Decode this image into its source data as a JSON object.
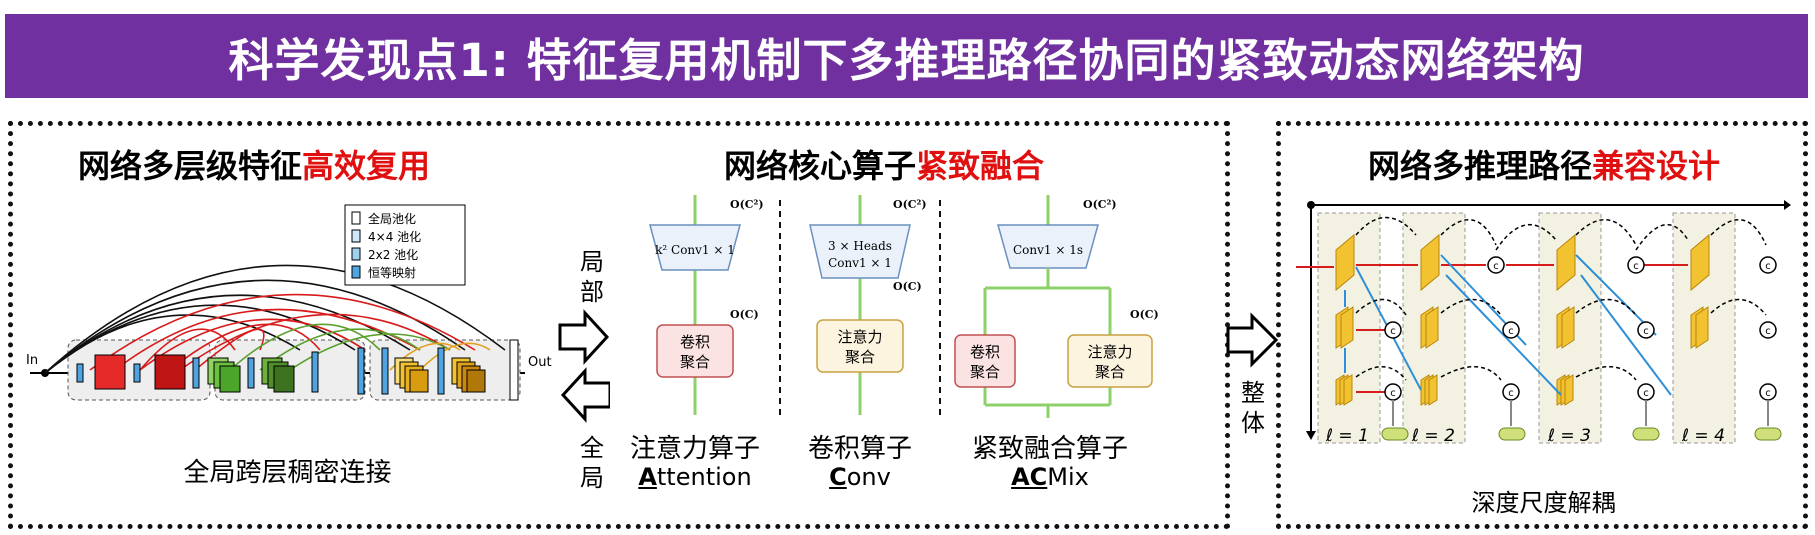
{
  "banner": {
    "title": "科学发现点1: 特征复用机制下多推理路径协同的紧致动态网络架构"
  },
  "panel1": {
    "title_plain": "网络多层级特征",
    "title_red": "高效复用",
    "legend": [
      "全局池化",
      "4×4 池化",
      "2x2 池化",
      "恒等映射"
    ],
    "in_label": "In",
    "out_label": "Out",
    "caption": "全局跨层稠密连接"
  },
  "arrows": {
    "local": [
      "局",
      "部"
    ],
    "global": [
      "全",
      "局"
    ],
    "whole": [
      "整",
      "体"
    ]
  },
  "panel_core": {
    "title_plain": "网络核心算子",
    "title_red": "紧致融合",
    "complexity_quadratic": "O(C²)",
    "complexity_linear": "O(C)",
    "ops": [
      {
        "top": "k² Conv1 × 1",
        "box": "卷积\n聚合",
        "name": "注意力算子",
        "abbr_u": "A",
        "abbr_rest": "ttention"
      },
      {
        "top": "3 × Heads\nConv1 × 1",
        "box": "注意力\n聚合",
        "name": "卷积算子",
        "abbr_u": "C",
        "abbr_rest": "onv"
      },
      {
        "top": "Conv1 × 1s",
        "box_left": "卷积\n聚合",
        "box_right": "注意力\n聚合",
        "name": "紧致融合算子",
        "abbr_u": "AC",
        "abbr_rest": "Mix"
      }
    ]
  },
  "panel2": {
    "title_plain": "网络多推理路径",
    "title_red": "兼容设计",
    "stage_labels": [
      "ℓ = 1",
      "ℓ = 2",
      "ℓ = 3",
      "ℓ = 4"
    ],
    "concat_symbol": "c",
    "caption": "深度尺度解耦"
  },
  "colors": {
    "banner": "#7030a0",
    "red_accent": "#e01010",
    "dense_red": "#d81b1b",
    "green": "#5aa02c",
    "yellow": "#f2c230",
    "blue": "#2e8fd6"
  }
}
